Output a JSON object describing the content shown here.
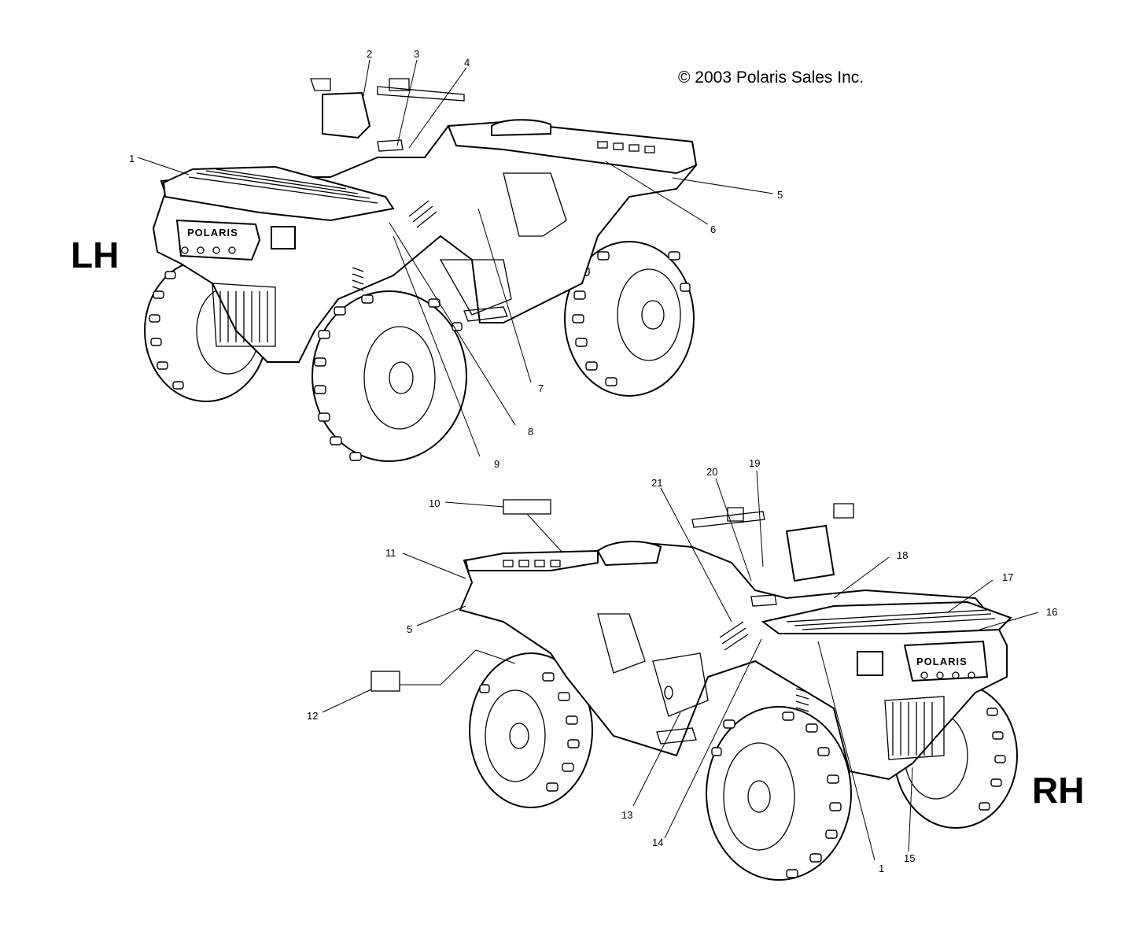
{
  "copyright": "© 2003 Polaris Sales Inc.",
  "views": {
    "left": {
      "label": "LH"
    },
    "right": {
      "label": "RH"
    }
  },
  "brand_text": "POLARIS",
  "callouts_left": [
    "1",
    "2",
    "3",
    "4",
    "5",
    "6",
    "7",
    "8",
    "9"
  ],
  "callouts_right": [
    "10",
    "11",
    "5",
    "12",
    "13",
    "14",
    "1",
    "15",
    "16",
    "17",
    "18",
    "19",
    "20",
    "21"
  ]
}
